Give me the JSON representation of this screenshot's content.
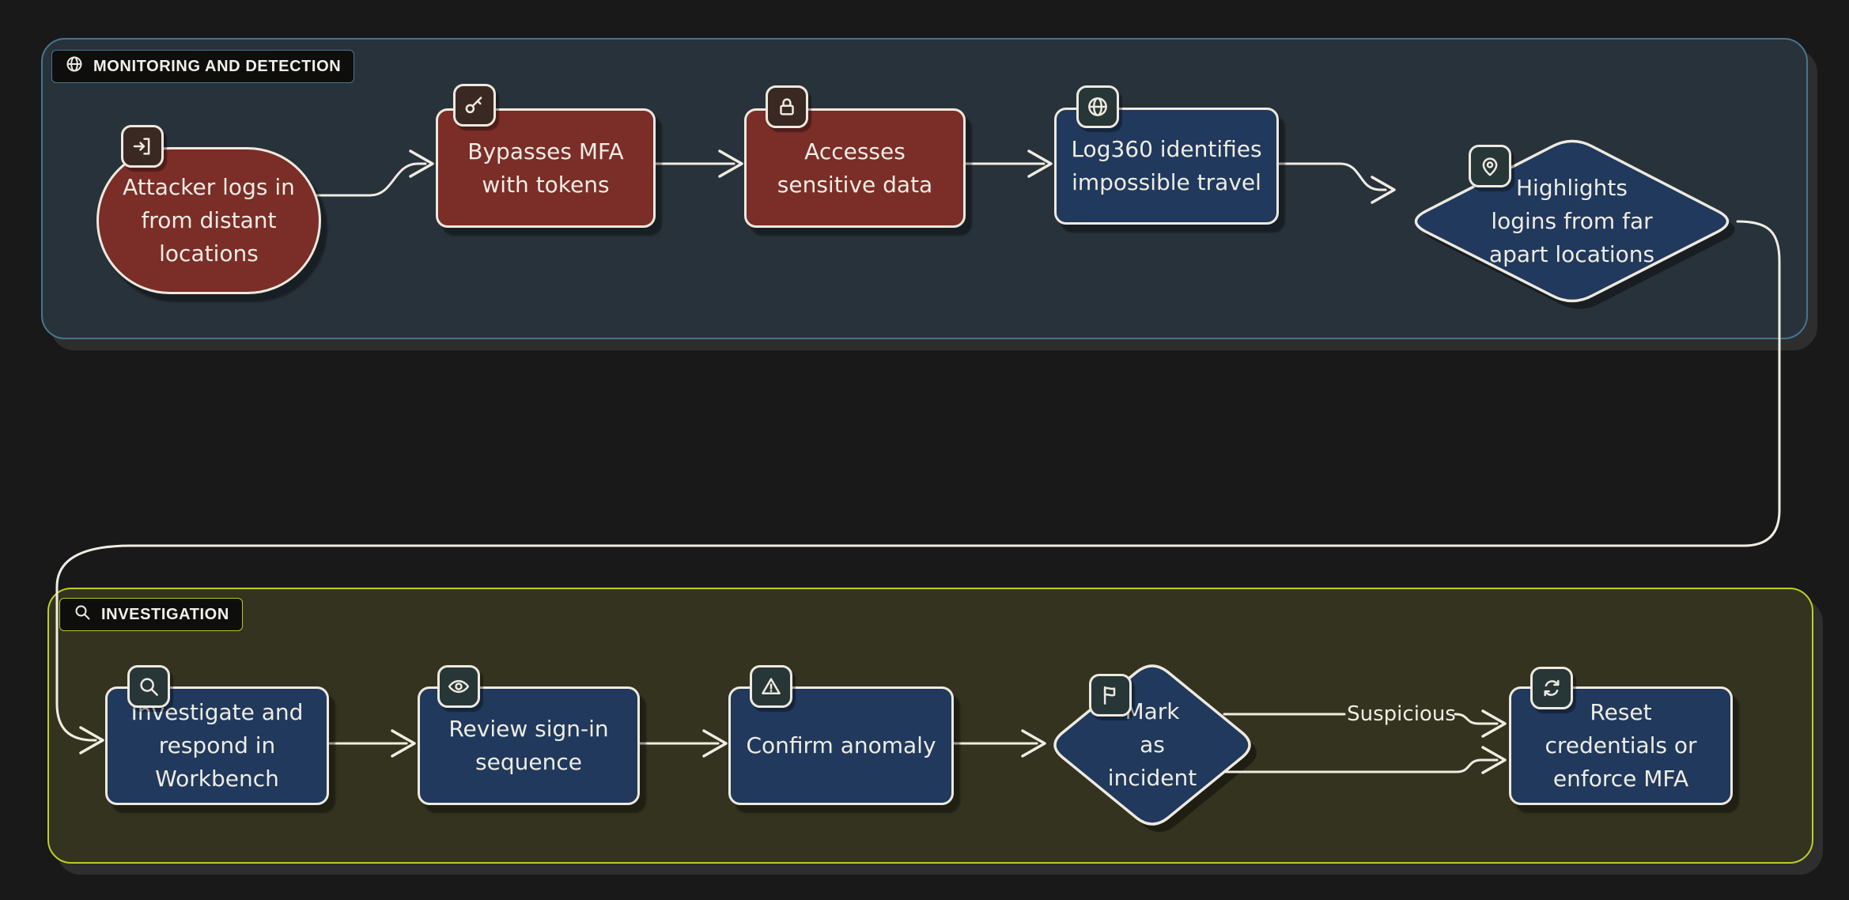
{
  "diagram": {
    "sections": {
      "monitoring": {
        "label": "MONITORING AND DETECTION",
        "icon": "globe-icon",
        "border_color": "#47758e",
        "fill": "#28323a"
      },
      "investigation": {
        "label": "INVESTIGATION",
        "icon": "search-icon",
        "border_color": "#c0cc26",
        "fill": "#33331f"
      }
    },
    "nodes": {
      "attacker": {
        "label": "Attacker logs in\nfrom distant\nlocations",
        "icon": "login-icon",
        "shape": "stadium",
        "fill": "#7b2d27"
      },
      "bypass": {
        "label": "Bypasses MFA\nwith tokens",
        "icon": "key-icon",
        "shape": "rect",
        "fill": "#7b2d27"
      },
      "access": {
        "label": "Accesses\nsensitive data",
        "icon": "lock-icon",
        "shape": "rect",
        "fill": "#7b2d27"
      },
      "log360": {
        "label": "Log360 identifies\nimpossible travel",
        "icon": "globe-icon",
        "shape": "rect",
        "fill": "#20395c"
      },
      "highlight": {
        "label": "Highlights\nlogins from far\napart locations",
        "icon": "map-pin-icon",
        "shape": "diamond",
        "fill": "#20395c"
      },
      "investigate": {
        "label": "Investigate and\nrespond in\nWorkbench",
        "icon": "search-icon",
        "shape": "rect",
        "fill": "#20395c"
      },
      "review": {
        "label": "Review sign-in\nsequence",
        "icon": "eye-icon",
        "shape": "rect",
        "fill": "#20395c"
      },
      "confirm": {
        "label": "Confirm anomaly",
        "icon": "warning-icon",
        "shape": "rect",
        "fill": "#20395c"
      },
      "mark": {
        "label": "Mark\nas\nincident",
        "icon": "flag-icon",
        "shape": "diamond",
        "fill": "#20395c"
      },
      "reset": {
        "label": "Reset\ncredentials or\nenforce MFA",
        "icon": "refresh-icon",
        "shape": "rect",
        "fill": "#20395c"
      }
    },
    "edge_labels": {
      "suspicious": "Suspicious"
    },
    "colors": {
      "background": "#191919",
      "attacker_path_fill": "#7b2d27",
      "detection_fill": "#20395c",
      "shape_stroke": "#eee9df",
      "wire_stroke": "#f0ece2"
    }
  }
}
